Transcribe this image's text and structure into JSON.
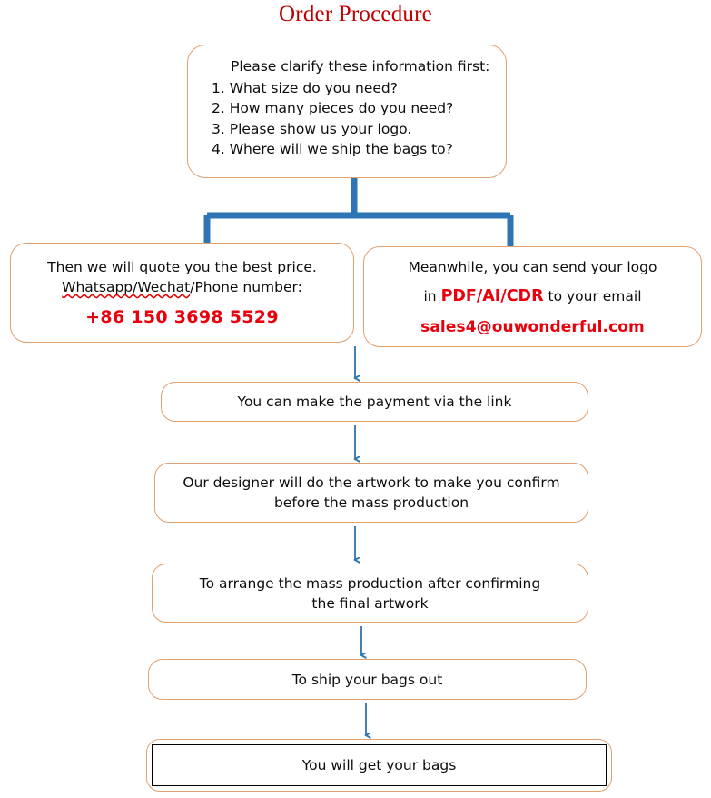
{
  "title": "Order Procedure",
  "colors": {
    "title_red": "#c00000",
    "accent_red": "#e8000d",
    "node_border_orange": "#e0a070",
    "connector_blue": "#2e75b6",
    "selection_black": "#000000",
    "background": "#ffffff"
  },
  "nodes": {
    "clarify": {
      "heading": "Please clarify these information first:",
      "items": [
        "1. What size do you need?",
        "2. How many pieces do you need?",
        "3. Please show us your logo.",
        "4. Where will we ship the bags to?"
      ]
    },
    "quote": {
      "line1": "Then we will quote you the best price.",
      "line2_misspelled": "Whatsapp/Wechat",
      "line2_rest": "/Phone number:",
      "phone": "+86 150 3698 5529"
    },
    "logo": {
      "line1": "Meanwhile, you can send your logo",
      "line2_prefix": "in",
      "line2_formats": "PDF/AI/CDR",
      "line2_suffix": "to your email",
      "email": "sales4@ouwonderful.com"
    },
    "payment": {
      "text": "You can make the payment via the link"
    },
    "artwork": {
      "line1": "Our designer will do the artwork to make you confirm",
      "line2": "before the mass production"
    },
    "production": {
      "line1": "To arrange the mass production after confirming",
      "line2": "the final artwork"
    },
    "ship": {
      "text": "To ship your bags out"
    },
    "getbags": {
      "text": "You will get your bags"
    }
  },
  "chart_data": {
    "type": "flowchart",
    "title": "Order Procedure",
    "orientation": "top-to-bottom",
    "steps": [
      {
        "id": "clarify",
        "order": 1,
        "label": "Please clarify these information first: 1. What size do you need? 2. How many pieces do you need? 3. Please show us your logo. 4. Where will we ship the bags to?"
      },
      {
        "id": "quote",
        "order": 2,
        "label": "Then we will quote you the best price. Whatsapp/Wechat/Phone number: +86 150 3698 5529"
      },
      {
        "id": "logo",
        "order": 2,
        "label": "Meanwhile, you can send your logo in PDF/AI/CDR to your email sales4@ouwonderful.com"
      },
      {
        "id": "payment",
        "order": 3,
        "label": "You can make the payment via the link"
      },
      {
        "id": "artwork",
        "order": 4,
        "label": "Our designer will do the artwork to make you confirm before the mass production"
      },
      {
        "id": "production",
        "order": 5,
        "label": "To arrange the mass production after confirming the final artwork"
      },
      {
        "id": "ship",
        "order": 6,
        "label": "To ship your bags out"
      },
      {
        "id": "getbags",
        "order": 7,
        "label": "You will get your bags"
      }
    ],
    "edges": [
      {
        "from": "clarify",
        "to": "quote",
        "style": "elbow-split-thick-blue"
      },
      {
        "from": "clarify",
        "to": "logo",
        "style": "elbow-split-thick-blue"
      },
      {
        "from": "quote",
        "to": "payment",
        "style": "arrow-down-blue"
      },
      {
        "from": "payment",
        "to": "artwork",
        "style": "arrow-down-blue"
      },
      {
        "from": "artwork",
        "to": "production",
        "style": "arrow-down-blue"
      },
      {
        "from": "production",
        "to": "ship",
        "style": "arrow-down-blue"
      },
      {
        "from": "ship",
        "to": "getbags",
        "style": "arrow-down-blue"
      }
    ]
  }
}
